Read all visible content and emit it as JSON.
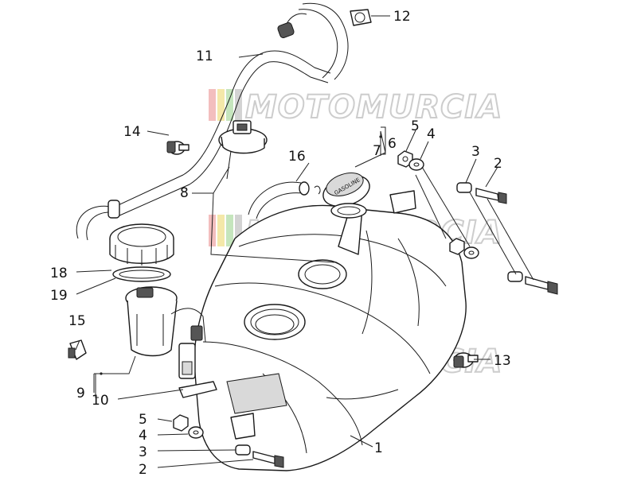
{
  "watermark": {
    "text": "MOTOMURCIA",
    "stripe_colors": [
      "#f2b8b8",
      "#f3e6a0",
      "#bfe3b6",
      "#cfcfcf"
    ]
  },
  "callouts": {
    "c1": "1",
    "c2a": "2",
    "c2b": "2",
    "c3a": "3",
    "c3b": "3",
    "c4a": "4",
    "c4b": "4",
    "c5a": "5",
    "c5b": "5",
    "c6": "6",
    "c7": "7",
    "c8": "8",
    "c9": "9",
    "c10": "10",
    "c11": "11",
    "c12": "12",
    "c13": "13",
    "c14": "14",
    "c15": "15",
    "c16": "16",
    "c18": "18",
    "c19": "19"
  },
  "fuel_cap_label": "GASOLINE"
}
